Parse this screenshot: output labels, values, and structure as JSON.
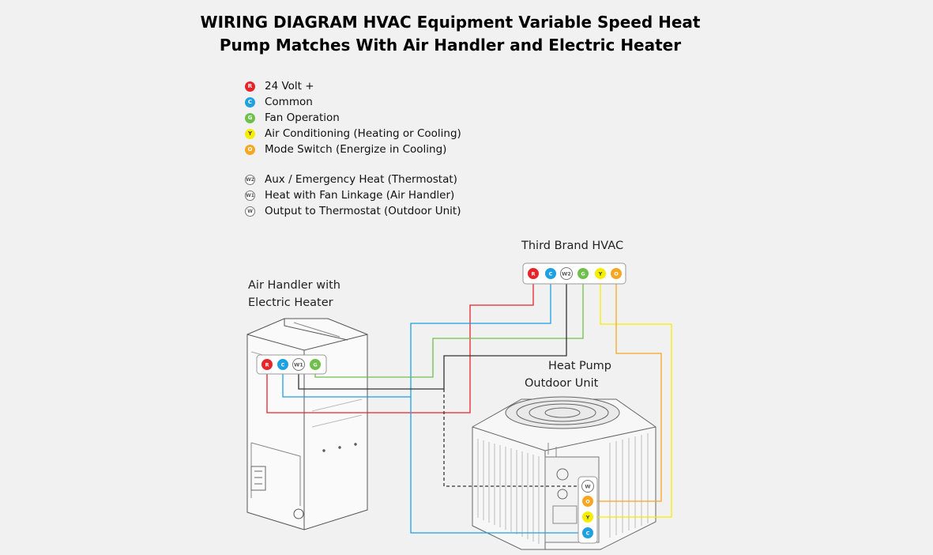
{
  "title": {
    "line1": "WIRING DIAGRAM HVAC Equipment Variable Speed Heat",
    "line2": "Pump Matches With Air Handler and Electric Heater"
  },
  "colors": {
    "R": "#e8242b",
    "C": "#1ea1e0",
    "G": "#6fc04b",
    "Y": "#f5ee00",
    "O": "#f5a623",
    "W": "#ffffff"
  },
  "legend_colors": [
    {
      "code": "R",
      "label": "24 Volt +"
    },
    {
      "code": "C",
      "label": "Common"
    },
    {
      "code": "G",
      "label": "Fan Operation"
    },
    {
      "code": "Y",
      "label": "Air Conditioning (Heating or Cooling)"
    },
    {
      "code": "O",
      "label": "Mode Switch (Energize in Cooling)"
    }
  ],
  "legend_white": [
    {
      "code": "W2",
      "label": "Aux / Emergency Heat (Thermostat)"
    },
    {
      "code": "W1",
      "label": "Heat with Fan Linkage (Air Handler)"
    },
    {
      "code": "W",
      "label": "Output to Thermostat (Outdoor Unit)"
    }
  ],
  "labels": {
    "thermostat": "Third Brand  HVAC",
    "air_handler_line1": "Air Handler with",
    "air_handler_line2": "Electric Heater",
    "heat_pump_line1": "Heat Pump",
    "heat_pump_line2": "Outdoor Unit"
  },
  "terminals": {
    "thermostat": [
      "R",
      "C",
      "W2",
      "G",
      "Y",
      "O"
    ],
    "air_handler": [
      "R",
      "C",
      "W1",
      "G"
    ],
    "heat_pump": [
      "W",
      "O",
      "Y",
      "C"
    ]
  }
}
